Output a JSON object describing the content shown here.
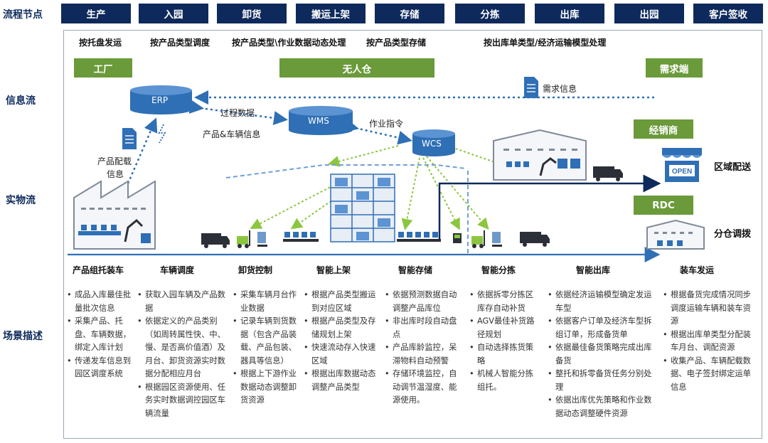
{
  "row_labels": {
    "process_nodes": "流程节点",
    "info_flow": "信息流",
    "physical_flow": "实物流",
    "scenario": "场景描述"
  },
  "stages": [
    "生产",
    "入园",
    "卸货",
    "搬运上架",
    "存储",
    "分拣",
    "出库",
    "出园",
    "客户签收"
  ],
  "policies": [
    "按托盘发运",
    "按产品类型调度",
    "按产品类型\\作业数据动态处理",
    "按产品类型存储",
    "按出库单类型/经济运输模型处理"
  ],
  "green_boxes": {
    "factory": "工厂",
    "warehouse": "无人仓",
    "demand": "需求端",
    "dealer": "经销商",
    "rdc": "RDC"
  },
  "systems": {
    "erp": "ERP",
    "wms": "WMS",
    "wcs": "WCS"
  },
  "info_labels": {
    "demand_info": "需求信息",
    "process_data": "过程数据",
    "product_vehicle": "产品&车辆信息",
    "work_order": "作业指令",
    "product_load_1": "产品配载",
    "product_load_2": "信息"
  },
  "distribution": {
    "regional": "区域配送",
    "transfer": "分仓调拨"
  },
  "store_sign": "OPEN",
  "icons": [
    "document-icon",
    "factory-icon",
    "truck-icon",
    "forklift-icon",
    "pallet-icon",
    "shelf-rack-icon",
    "robot-arm-icon",
    "agv-icon",
    "store-icon",
    "warehouse-icon"
  ],
  "colors": {
    "navy": "#0e2a5c",
    "green": "#6a9a3a",
    "blue": "#2f6fb5",
    "light_green": "#8cc63f"
  },
  "scenarios": [
    {
      "title": "产品组托装车",
      "items": [
        "成品入库最佳批量批次信息",
        "采集产品、托盘、车辆数据，绑定入库计划",
        "传递发车信息到园区调度系统"
      ]
    },
    {
      "title": "车辆调度",
      "items": [
        "获取入园车辆及产品数据",
        "依据定义的产品类别（如周转属性快、中、慢、是否高价值酒）及月台、卸货资源实时数据分配相应月台",
        "根据园区资源使用、任务实时数据调控园区车辆流量"
      ]
    },
    {
      "title": "卸货控制",
      "items": [
        "采集车辆月台作业数据",
        "记录车辆到货数据（包含产品装载、产品包装、器具等信息）",
        "根据上下游作业数据动态调整卸货资源"
      ]
    },
    {
      "title": "智能上架",
      "items": [
        "根据产品类型搬运到对应区域",
        "根据产品类型及存储规划上架",
        "快速流动存入快速区域",
        "根据出库数据动态调整产品类型"
      ]
    },
    {
      "title": "智能存储",
      "items": [
        "依据预测数据自动调整产品库位",
        "非出库时段自动盘点",
        "产品库龄监控，呆滞物料自动预警",
        "存储环境监控，自动调节温湿度、能源使用。"
      ]
    },
    {
      "title": "智能分拣",
      "items": [
        "依据拆零分拣区库存自动补货",
        "AGV最佳补货路径规划",
        "自动选择拣货策略",
        "机械人智能分拣组托。"
      ]
    },
    {
      "title": "智能出库",
      "items": [
        "依据经济运输模型确定发运车型",
        "依据客户订单及经济车型拆组订单，形成备货单",
        "依据最佳备货策略完成出库备货",
        "整托和拆零备货任务分别处理",
        "依据出库优先策略和作业数据动态调整硬件资源"
      ]
    },
    {
      "title": "装车发运",
      "items": [
        "根据备货完成情况同步调度运输车辆和装车资源",
        "根据出库单类型分配装车月台、调配资源",
        "收集产品、车辆配载数据、电子签封绑定运单信息"
      ]
    }
  ]
}
